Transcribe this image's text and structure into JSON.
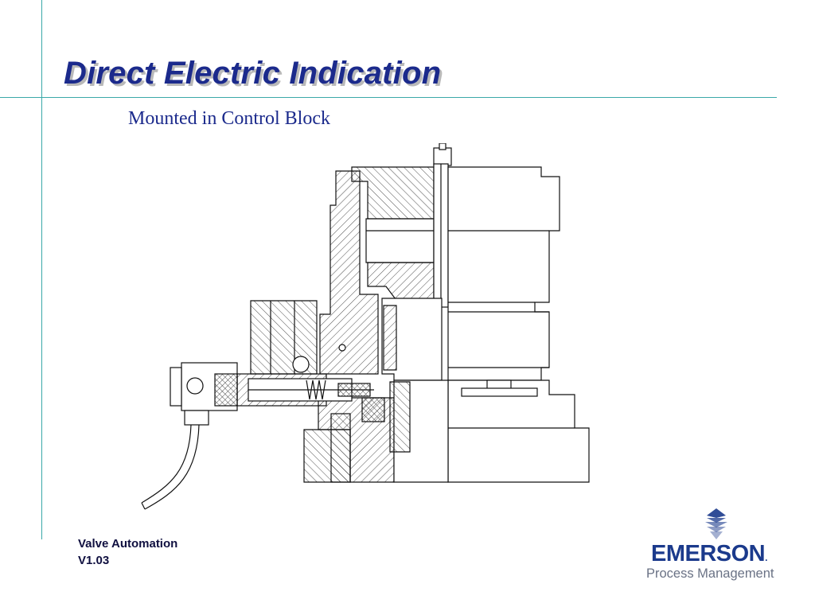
{
  "slide": {
    "title": "Direct Electric Indication",
    "subtitle": "Mounted in Control Block",
    "footer_line1": "Valve Automation",
    "footer_line2": "V1.03"
  },
  "logo": {
    "name": "EMERSON",
    "trademark": ".",
    "tagline": "Process Management",
    "mark_icon": "emerson-diamond-icon"
  },
  "colors": {
    "title": "#1b2a8c",
    "accent_lines": "#3aa8a8",
    "logo_blue": "#1b3a8c",
    "logo_grey": "#6a7285"
  }
}
